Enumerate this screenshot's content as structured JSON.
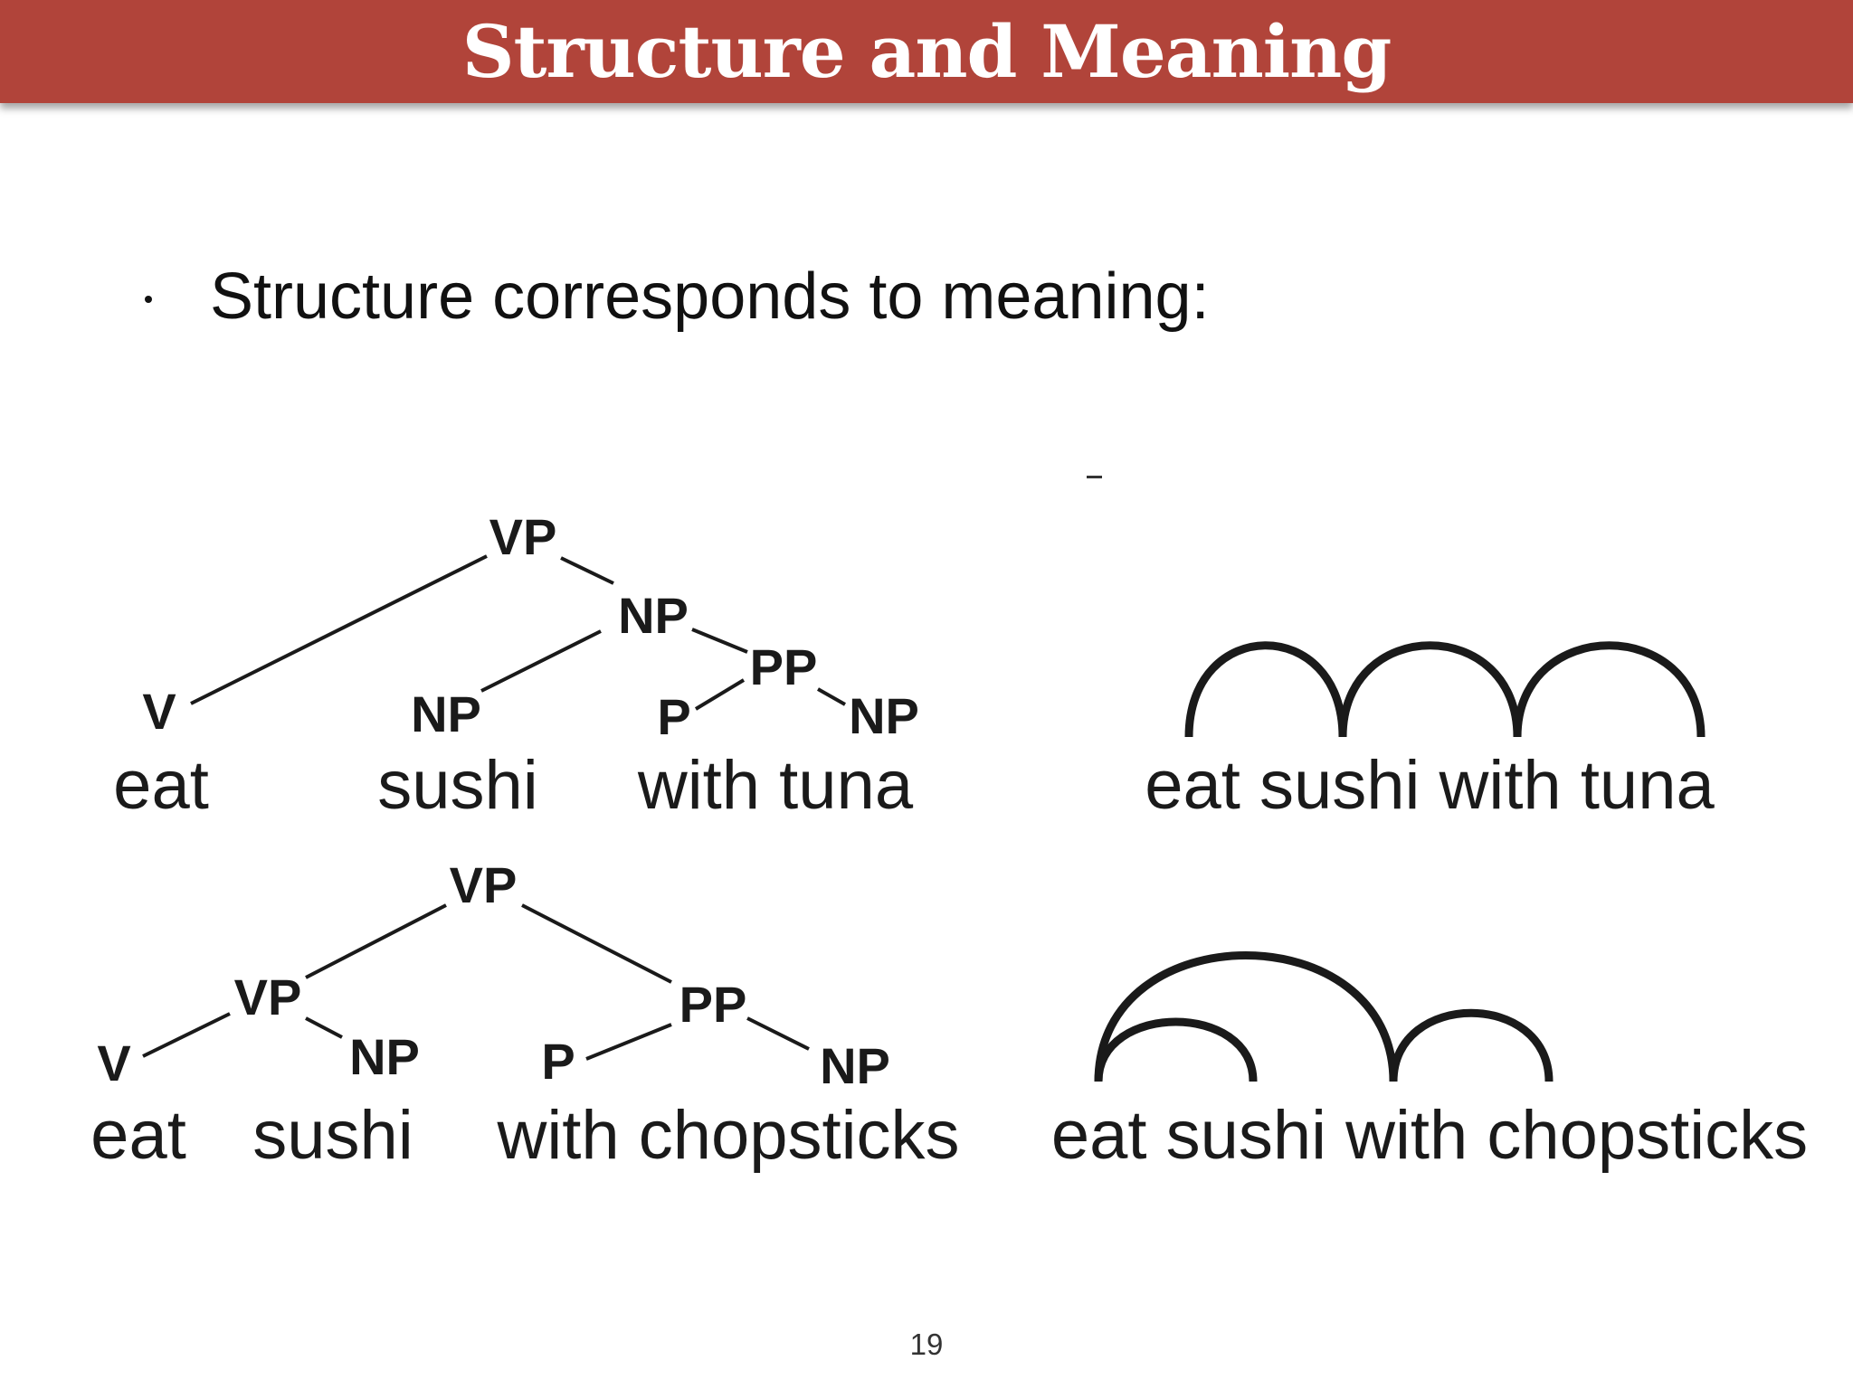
{
  "slide": {
    "title": "Structure and Meaning",
    "bullet": "Structure corresponds to meaning:",
    "page_number": "19"
  },
  "tree1": {
    "labels": {
      "vp": "VP",
      "v": "V",
      "np": "NP",
      "np_obj": "NP",
      "pp": "PP",
      "p": "P",
      "np_pp": "NP"
    },
    "words": {
      "verb": "eat",
      "object": "sushi",
      "pp": "with tuna"
    }
  },
  "tree2": {
    "labels": {
      "vp_top": "VP",
      "vp_inner": "VP",
      "v": "V",
      "np_obj": "NP",
      "pp": "PP",
      "p": "P",
      "np_pp": "NP"
    },
    "words": {
      "verb": "eat",
      "object": "sushi",
      "pp": "with chopsticks"
    }
  },
  "arc1": {
    "sentence": "eat sushi with tuna"
  },
  "arc2": {
    "sentence": "eat sushi with chopsticks"
  },
  "colors": {
    "title_bar": "#b1443a",
    "title_text": "#ffffff",
    "ink": "#1a1a1a"
  }
}
